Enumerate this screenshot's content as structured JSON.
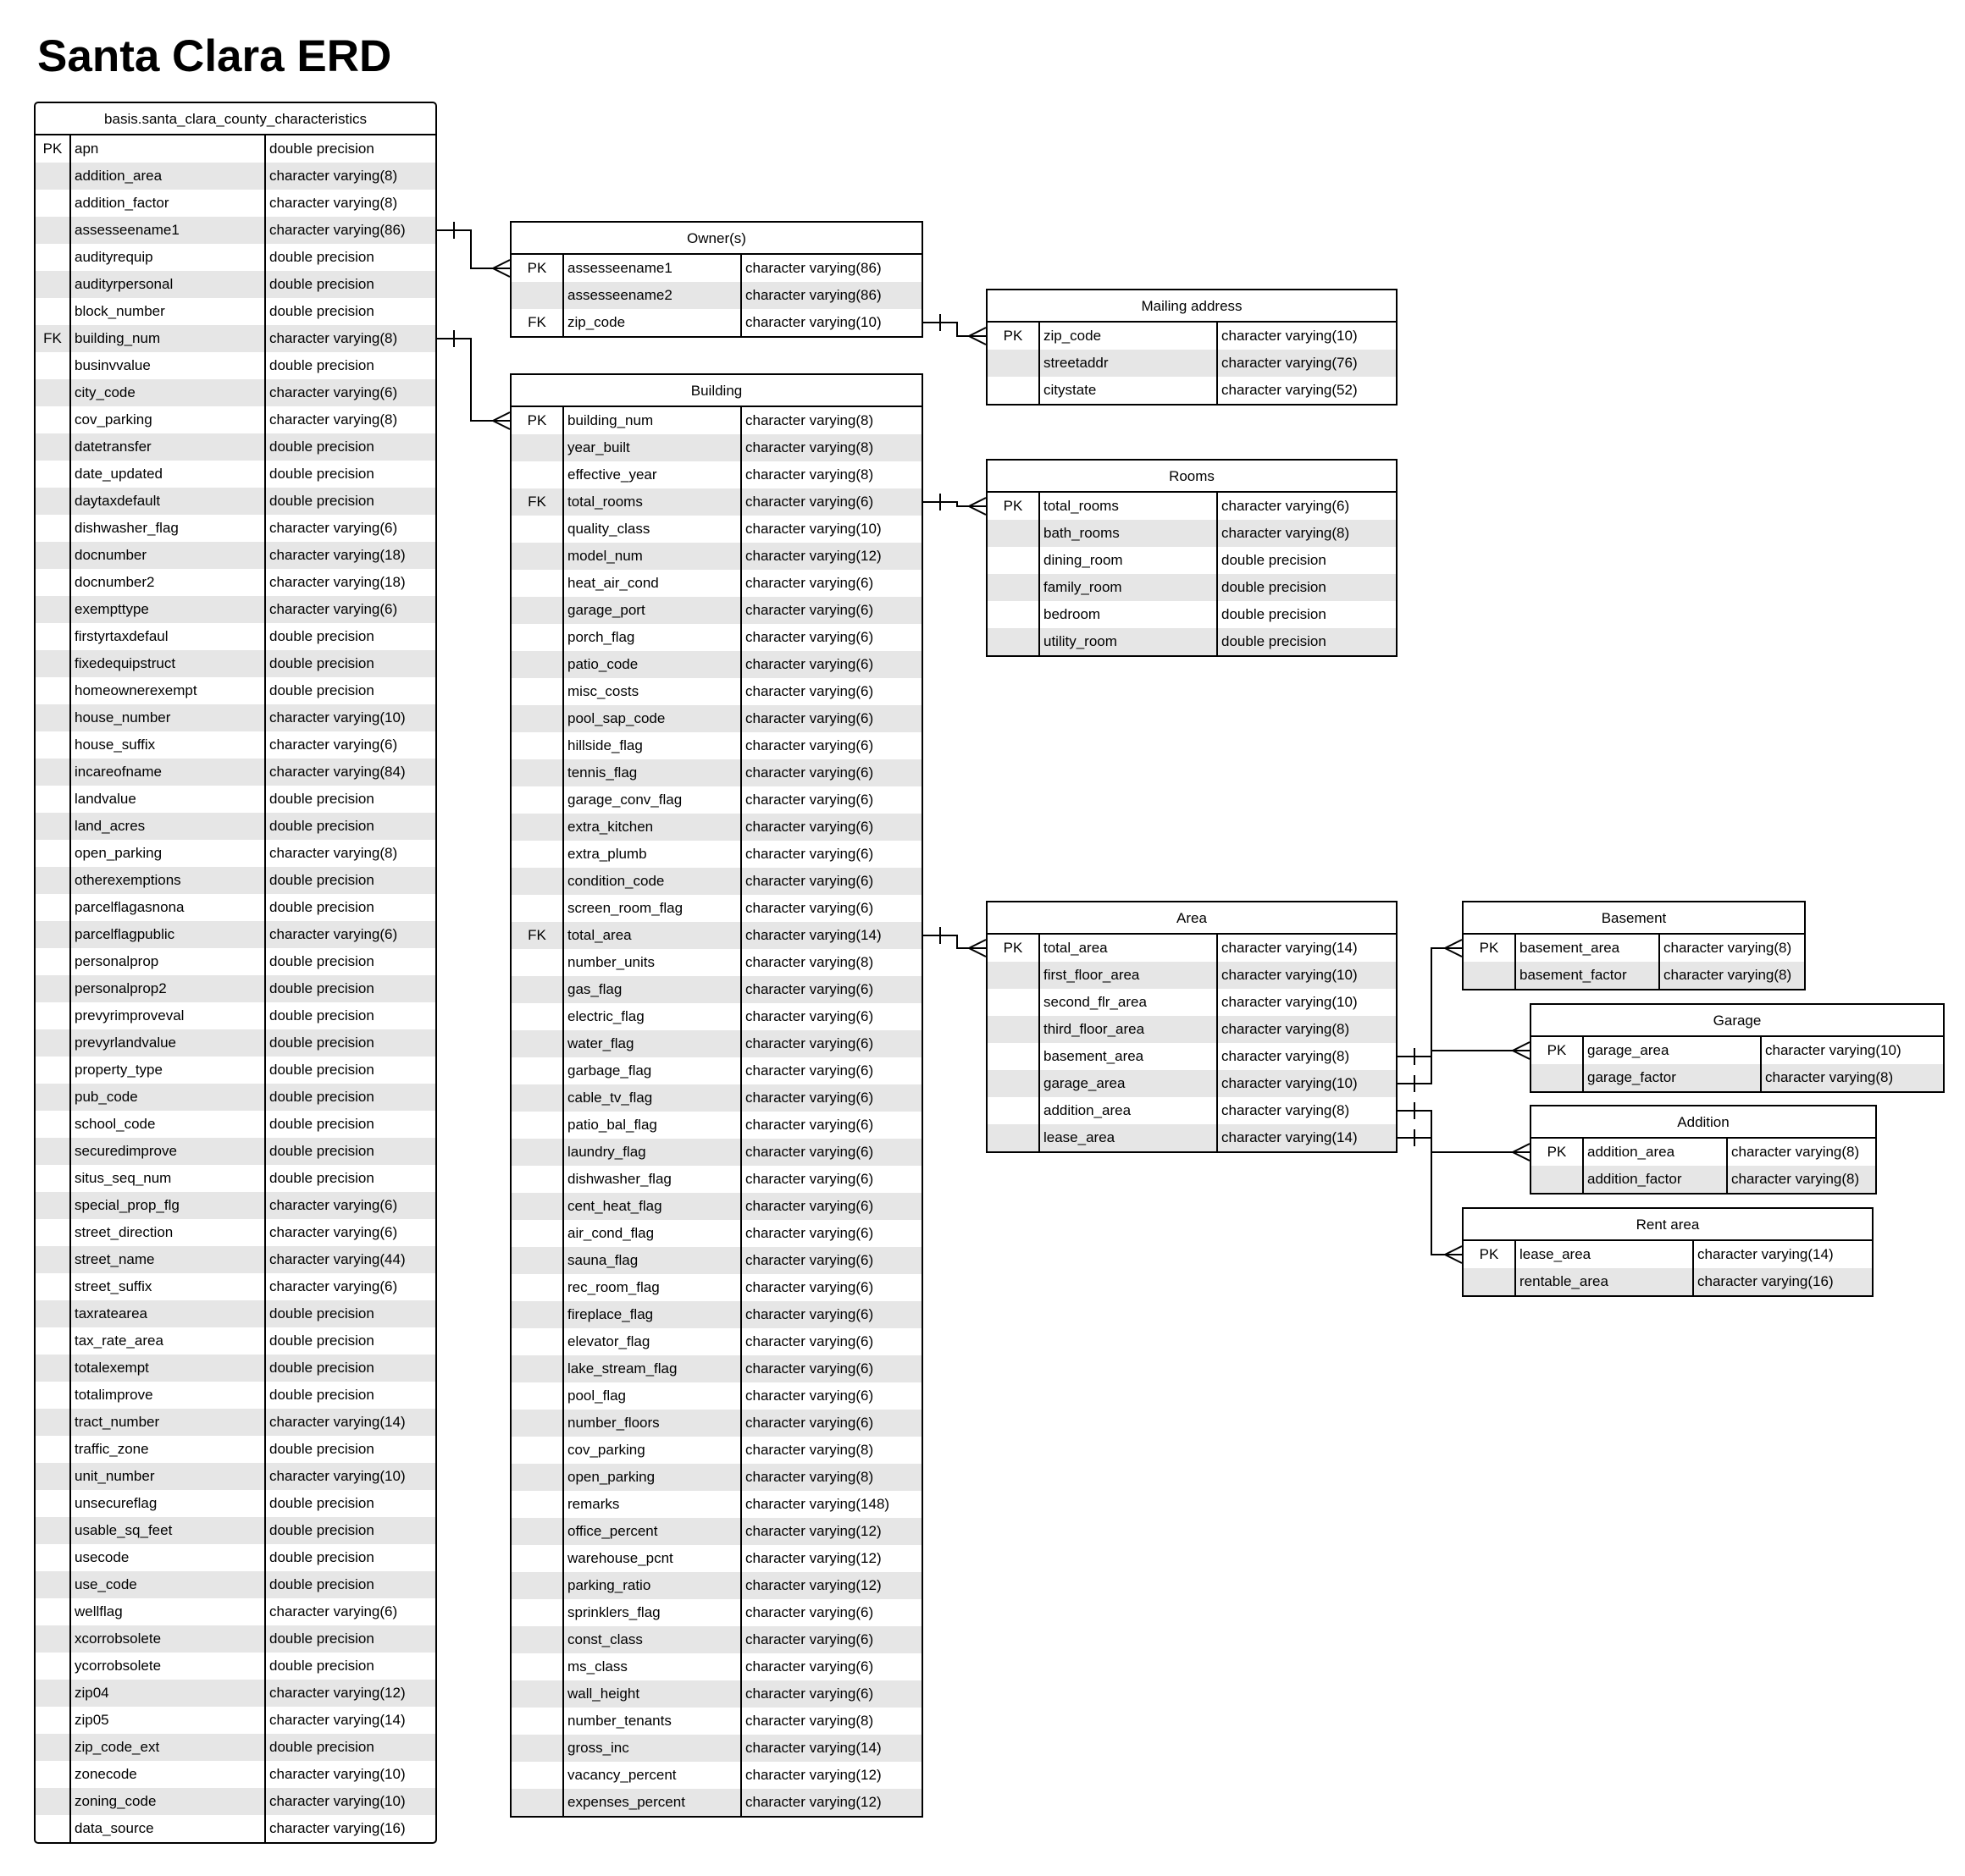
{
  "title": "Santa Clara ERD",
  "entities": [
    {
      "id": "characteristics",
      "name": "basis.santa_clara_county_characteristics",
      "rows": [
        {
          "key": "PK",
          "name": "apn",
          "type": "double precision"
        },
        {
          "key": "",
          "name": "addition_area",
          "type": "character varying(8)"
        },
        {
          "key": "",
          "name": "addition_factor",
          "type": "character varying(8)"
        },
        {
          "key": "",
          "name": "assesseename1",
          "type": "character varying(86)"
        },
        {
          "key": "",
          "name": "audityrequip",
          "type": "double precision"
        },
        {
          "key": "",
          "name": "audityrpersonal",
          "type": "double precision"
        },
        {
          "key": "",
          "name": "block_number",
          "type": "double precision"
        },
        {
          "key": "FK",
          "name": "building_num",
          "type": "character varying(8)"
        },
        {
          "key": "",
          "name": "businvvalue",
          "type": "double precision"
        },
        {
          "key": "",
          "name": "city_code",
          "type": "character varying(6)"
        },
        {
          "key": "",
          "name": "cov_parking",
          "type": "character varying(8)"
        },
        {
          "key": "",
          "name": "datetransfer",
          "type": "double precision"
        },
        {
          "key": "",
          "name": "date_updated",
          "type": "double precision"
        },
        {
          "key": "",
          "name": "daytaxdefault",
          "type": "double precision"
        },
        {
          "key": "",
          "name": "dishwasher_flag",
          "type": "character varying(6)"
        },
        {
          "key": "",
          "name": "docnumber",
          "type": "character varying(18)"
        },
        {
          "key": "",
          "name": "docnumber2",
          "type": "character varying(18)"
        },
        {
          "key": "",
          "name": "exempttype",
          "type": "character varying(6)"
        },
        {
          "key": "",
          "name": "firstyrtaxdefaul",
          "type": "double precision"
        },
        {
          "key": "",
          "name": "fixedequipstruct",
          "type": "double precision"
        },
        {
          "key": "",
          "name": "homeownerexempt",
          "type": "double precision"
        },
        {
          "key": "",
          "name": "house_number",
          "type": "character varying(10)"
        },
        {
          "key": "",
          "name": "house_suffix",
          "type": "character varying(6)"
        },
        {
          "key": "",
          "name": "incareofname",
          "type": "character varying(84)"
        },
        {
          "key": "",
          "name": "landvalue",
          "type": "double precision"
        },
        {
          "key": "",
          "name": "land_acres",
          "type": "double precision"
        },
        {
          "key": "",
          "name": "open_parking",
          "type": "character varying(8)"
        },
        {
          "key": "",
          "name": "otherexemptions",
          "type": "double precision"
        },
        {
          "key": "",
          "name": "parcelflagasnona",
          "type": "double precision"
        },
        {
          "key": "",
          "name": "parcelflagpublic",
          "type": "character varying(6)"
        },
        {
          "key": "",
          "name": "personalprop",
          "type": "double precision"
        },
        {
          "key": "",
          "name": "personalprop2",
          "type": "double precision"
        },
        {
          "key": "",
          "name": "prevyrimproveval",
          "type": "double precision"
        },
        {
          "key": "",
          "name": "prevyrlandvalue",
          "type": "double precision"
        },
        {
          "key": "",
          "name": "property_type",
          "type": "double precision"
        },
        {
          "key": "",
          "name": "pub_code",
          "type": "double precision"
        },
        {
          "key": "",
          "name": "school_code",
          "type": "double precision"
        },
        {
          "key": "",
          "name": "securedimprove",
          "type": "double precision"
        },
        {
          "key": "",
          "name": "situs_seq_num",
          "type": "double precision"
        },
        {
          "key": "",
          "name": "special_prop_flg",
          "type": "character varying(6)"
        },
        {
          "key": "",
          "name": "street_direction",
          "type": "character varying(6)"
        },
        {
          "key": "",
          "name": "street_name",
          "type": "character varying(44)"
        },
        {
          "key": "",
          "name": "street_suffix",
          "type": "character varying(6)"
        },
        {
          "key": "",
          "name": "taxratearea",
          "type": "double precision"
        },
        {
          "key": "",
          "name": "tax_rate_area",
          "type": "double precision"
        },
        {
          "key": "",
          "name": "totalexempt",
          "type": "double precision"
        },
        {
          "key": "",
          "name": "totalimprove",
          "type": "double precision"
        },
        {
          "key": "",
          "name": "tract_number",
          "type": "character varying(14)"
        },
        {
          "key": "",
          "name": "traffic_zone",
          "type": "double precision"
        },
        {
          "key": "",
          "name": "unit_number",
          "type": "character varying(10)"
        },
        {
          "key": "",
          "name": "unsecureflag",
          "type": "double precision"
        },
        {
          "key": "",
          "name": "usable_sq_feet",
          "type": "double precision"
        },
        {
          "key": "",
          "name": "usecode",
          "type": "double precision"
        },
        {
          "key": "",
          "name": "use_code",
          "type": "double precision"
        },
        {
          "key": "",
          "name": "wellflag",
          "type": "character varying(6)"
        },
        {
          "key": "",
          "name": "xcorrobsolete",
          "type": "double precision"
        },
        {
          "key": "",
          "name": "ycorrobsolete",
          "type": "double precision"
        },
        {
          "key": "",
          "name": "zip04",
          "type": "character varying(12)"
        },
        {
          "key": "",
          "name": "zip05",
          "type": "character varying(14)"
        },
        {
          "key": "",
          "name": "zip_code_ext",
          "type": "double precision"
        },
        {
          "key": "",
          "name": "zonecode",
          "type": "character varying(10)"
        },
        {
          "key": "",
          "name": "zoning_code",
          "type": "character varying(10)"
        },
        {
          "key": "",
          "name": "data_source",
          "type": "character varying(16)"
        }
      ]
    },
    {
      "id": "owners",
      "name": "Owner(s)",
      "rows": [
        {
          "key": "PK",
          "name": "assesseename1",
          "type": "character varying(86)"
        },
        {
          "key": "",
          "name": "assesseename2",
          "type": "character varying(86)"
        },
        {
          "key": "FK",
          "name": "zip_code",
          "type": "character varying(10)"
        }
      ]
    },
    {
      "id": "building",
      "name": "Building",
      "rows": [
        {
          "key": "PK",
          "name": "building_num",
          "type": "character varying(8)"
        },
        {
          "key": "",
          "name": "year_built",
          "type": "character varying(8)"
        },
        {
          "key": "",
          "name": "effective_year",
          "type": "character varying(8)"
        },
        {
          "key": "FK",
          "name": "total_rooms",
          "type": "character varying(6)"
        },
        {
          "key": "",
          "name": "quality_class",
          "type": "character varying(10)"
        },
        {
          "key": "",
          "name": "model_num",
          "type": "character varying(12)"
        },
        {
          "key": "",
          "name": "heat_air_cond",
          "type": "character varying(6)"
        },
        {
          "key": "",
          "name": "garage_port",
          "type": "character varying(6)"
        },
        {
          "key": "",
          "name": "porch_flag",
          "type": "character varying(6)"
        },
        {
          "key": "",
          "name": "patio_code",
          "type": "character varying(6)"
        },
        {
          "key": "",
          "name": "misc_costs",
          "type": "character varying(6)"
        },
        {
          "key": "",
          "name": "pool_sap_code",
          "type": "character varying(6)"
        },
        {
          "key": "",
          "name": "hillside_flag",
          "type": "character varying(6)"
        },
        {
          "key": "",
          "name": "tennis_flag",
          "type": "character varying(6)"
        },
        {
          "key": "",
          "name": "garage_conv_flag",
          "type": "character varying(6)"
        },
        {
          "key": "",
          "name": "extra_kitchen",
          "type": "character varying(6)"
        },
        {
          "key": "",
          "name": "extra_plumb",
          "type": "character varying(6)"
        },
        {
          "key": "",
          "name": "condition_code",
          "type": "character varying(6)"
        },
        {
          "key": "",
          "name": "screen_room_flag",
          "type": "character varying(6)"
        },
        {
          "key": "FK",
          "name": "total_area",
          "type": "character varying(14)"
        },
        {
          "key": "",
          "name": "number_units",
          "type": "character varying(8)"
        },
        {
          "key": "",
          "name": "gas_flag",
          "type": "character varying(6)"
        },
        {
          "key": "",
          "name": "electric_flag",
          "type": "character varying(6)"
        },
        {
          "key": "",
          "name": "water_flag",
          "type": "character varying(6)"
        },
        {
          "key": "",
          "name": "garbage_flag",
          "type": "character varying(6)"
        },
        {
          "key": "",
          "name": "cable_tv_flag",
          "type": "character varying(6)"
        },
        {
          "key": "",
          "name": "patio_bal_flag",
          "type": "character varying(6)"
        },
        {
          "key": "",
          "name": "laundry_flag",
          "type": "character varying(6)"
        },
        {
          "key": "",
          "name": "dishwasher_flag",
          "type": "character varying(6)"
        },
        {
          "key": "",
          "name": "cent_heat_flag",
          "type": "character varying(6)"
        },
        {
          "key": "",
          "name": "air_cond_flag",
          "type": "character varying(6)"
        },
        {
          "key": "",
          "name": "sauna_flag",
          "type": "character varying(6)"
        },
        {
          "key": "",
          "name": "rec_room_flag",
          "type": "character varying(6)"
        },
        {
          "key": "",
          "name": "fireplace_flag",
          "type": "character varying(6)"
        },
        {
          "key": "",
          "name": "elevator_flag",
          "type": "character varying(6)"
        },
        {
          "key": "",
          "name": "lake_stream_flag",
          "type": "character varying(6)"
        },
        {
          "key": "",
          "name": "pool_flag",
          "type": "character varying(6)"
        },
        {
          "key": "",
          "name": "number_floors",
          "type": "character varying(6)"
        },
        {
          "key": "",
          "name": "cov_parking",
          "type": "character varying(8)"
        },
        {
          "key": "",
          "name": "open_parking",
          "type": "character varying(8)"
        },
        {
          "key": "",
          "name": "remarks",
          "type": "character varying(148)"
        },
        {
          "key": "",
          "name": "office_percent",
          "type": "character varying(12)"
        },
        {
          "key": "",
          "name": "warehouse_pcnt",
          "type": "character varying(12)"
        },
        {
          "key": "",
          "name": "parking_ratio",
          "type": "character varying(12)"
        },
        {
          "key": "",
          "name": "sprinklers_flag",
          "type": "character varying(6)"
        },
        {
          "key": "",
          "name": "const_class",
          "type": "character varying(6)"
        },
        {
          "key": "",
          "name": "ms_class",
          "type": "character varying(6)"
        },
        {
          "key": "",
          "name": "wall_height",
          "type": "character varying(6)"
        },
        {
          "key": "",
          "name": "number_tenants",
          "type": "character varying(8)"
        },
        {
          "key": "",
          "name": "gross_inc",
          "type": "character varying(14)"
        },
        {
          "key": "",
          "name": "vacancy_percent",
          "type": "character varying(12)"
        },
        {
          "key": "",
          "name": "expenses_percent",
          "type": "character varying(12)"
        }
      ]
    },
    {
      "id": "mailing",
      "name": "Mailing address",
      "rows": [
        {
          "key": "PK",
          "name": "zip_code",
          "type": "character varying(10)"
        },
        {
          "key": "",
          "name": "streetaddr",
          "type": "character varying(76)"
        },
        {
          "key": "",
          "name": "citystate",
          "type": "character varying(52)"
        }
      ]
    },
    {
      "id": "rooms",
      "name": "Rooms",
      "rows": [
        {
          "key": "PK",
          "name": "total_rooms",
          "type": "character varying(6)"
        },
        {
          "key": "",
          "name": "bath_rooms",
          "type": "character varying(8)"
        },
        {
          "key": "",
          "name": "dining_room",
          "type": "double precision"
        },
        {
          "key": "",
          "name": "family_room",
          "type": "double precision"
        },
        {
          "key": "",
          "name": "bedroom",
          "type": "double precision"
        },
        {
          "key": "",
          "name": "utility_room",
          "type": "double precision"
        }
      ]
    },
    {
      "id": "area",
      "name": "Area",
      "rows": [
        {
          "key": "PK",
          "name": "total_area",
          "type": "character varying(14)"
        },
        {
          "key": "",
          "name": "first_floor_area",
          "type": "character varying(10)"
        },
        {
          "key": "",
          "name": "second_flr_area",
          "type": "character varying(10)"
        },
        {
          "key": "",
          "name": "third_floor_area",
          "type": "character varying(8)"
        },
        {
          "key": "",
          "name": "basement_area",
          "type": "character varying(8)"
        },
        {
          "key": "",
          "name": "garage_area",
          "type": "character varying(10)"
        },
        {
          "key": "",
          "name": "addition_area",
          "type": "character varying(8)"
        },
        {
          "key": "",
          "name": "lease_area",
          "type": "character varying(14)"
        }
      ]
    },
    {
      "id": "basement",
      "name": "Basement",
      "rows": [
        {
          "key": "PK",
          "name": "basement_area",
          "type": "character varying(8)"
        },
        {
          "key": "",
          "name": "basement_factor",
          "type": "character varying(8)"
        }
      ]
    },
    {
      "id": "garage",
      "name": "Garage",
      "rows": [
        {
          "key": "PK",
          "name": "garage_area",
          "type": "character varying(10)"
        },
        {
          "key": "",
          "name": "garage_factor",
          "type": "character varying(8)"
        }
      ]
    },
    {
      "id": "addition",
      "name": "Addition",
      "rows": [
        {
          "key": "PK",
          "name": "addition_area",
          "type": "character varying(8)"
        },
        {
          "key": "",
          "name": "addition_factor",
          "type": "character varying(8)"
        }
      ]
    },
    {
      "id": "rent",
      "name": "Rent area",
      "rows": [
        {
          "key": "PK",
          "name": "lease_area",
          "type": "character varying(14)"
        },
        {
          "key": "",
          "name": "rentable_area",
          "type": "character varying(16)"
        }
      ]
    }
  ],
  "relationships": [
    {
      "from": "characteristics",
      "from_row": 3,
      "to": "owners",
      "to_row": 0
    },
    {
      "from": "characteristics",
      "from_row": 7,
      "to": "building",
      "to_row": 0
    },
    {
      "from": "owners",
      "from_row": 2,
      "to": "mailing",
      "to_row": 0
    },
    {
      "from": "building",
      "from_row": 3,
      "to": "rooms",
      "to_row": 0
    },
    {
      "from": "building",
      "from_row": 19,
      "to": "area",
      "to_row": 0
    },
    {
      "from": "area",
      "from_row": 4,
      "to": "basement",
      "to_row": 0
    },
    {
      "from": "area",
      "from_row": 5,
      "to": "garage",
      "to_row": 0
    },
    {
      "from": "area",
      "from_row": 6,
      "to": "addition",
      "to_row": 0
    },
    {
      "from": "area",
      "from_row": 7,
      "to": "rent",
      "to_row": 0
    }
  ]
}
